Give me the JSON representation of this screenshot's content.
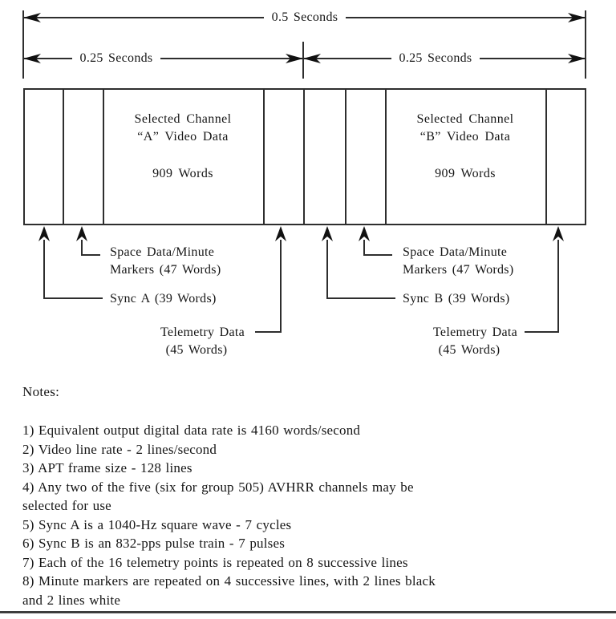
{
  "colors": {
    "line": "#2e2e2e",
    "text": "#161616",
    "background": "#ffffff",
    "bottom_rule": "#3d3d3d"
  },
  "timing": {
    "total_label": "0.5 Seconds",
    "first_half_label": "0.25 Seconds",
    "second_half_label": "0.25 Seconds"
  },
  "frame": {
    "channel_a": {
      "title_line1": "Selected Channel",
      "title_line2": "“A” Video Data",
      "size_label": "909 Words"
    },
    "channel_b": {
      "title_line1": "Selected Channel",
      "title_line2": "“B” Video Data",
      "size_label": "909 Words"
    }
  },
  "callouts": {
    "space_a_line1": "Space Data/Minute",
    "space_a_line2": "Markers (47 Words)",
    "sync_a": "Sync A (39 Words)",
    "telemetry_a_line1": "Telemetry Data",
    "telemetry_a_line2": "(45 Words)",
    "space_b_line1": "Space Data/Minute",
    "space_b_line2": "Markers (47 Words)",
    "sync_b": "Sync B (39 Words)",
    "telemetry_b_line1": "Telemetry Data",
    "telemetry_b_line2": "(45 Words)"
  },
  "notes": {
    "title": "Notes:",
    "lines": [
      "1) Equivalent output digital data rate is 4160 words/second",
      "2) Video line rate - 2 lines/second",
      "3) APT frame size - 128 lines",
      "4) Any two of the five (six for group 505) AVHRR channels may be",
      "selected for use",
      "5) Sync A is a 1040-Hz square wave - 7 cycles",
      "6) Sync B is an 832-pps pulse train - 7 pulses",
      "7) Each of the 16 telemetry points is repeated on 8 successive lines",
      "8) Minute markers are repeated on 4 successive lines, with 2 lines black",
      "and 2 lines white"
    ]
  }
}
